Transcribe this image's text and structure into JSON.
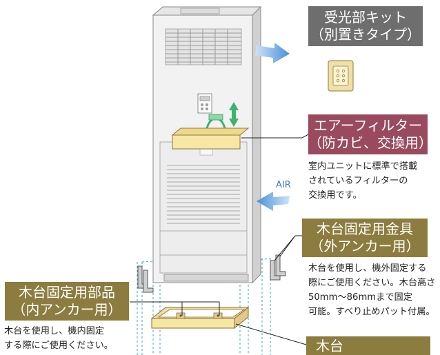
{
  "labels": {
    "receiver_kit": {
      "line1": "受光部キット",
      "line2": "（別置きタイプ）"
    },
    "air_filter": {
      "line1": "エアーフィルター",
      "line2": "（防カビ、交換用）"
    },
    "wood_fixing_metal": {
      "line1": "木台固定用金具",
      "line2": "（外アンカー用）"
    },
    "wood_fixing_parts": {
      "line1": "木台固定用部品",
      "line2": "（内アンカー用）"
    },
    "wood_stand": {
      "line1": "木台"
    }
  },
  "descriptions": {
    "air_filter": [
      "室内ユニットに標準で搭載",
      "されているフィルターの",
      "交換用です。"
    ],
    "wood_fixing_metal": [
      "木台を使用し、機外固定する",
      "際にご使用ください。木台高さ",
      "50mm～86mmまで固定",
      "可能。すべり止めパット付属。"
    ],
    "wood_fixing_parts": [
      "木台を使用し、機内固定",
      "する際にご使用ください。"
    ]
  },
  "airflow_label": "AIR",
  "colors": {
    "receiver_label_bg": "#6e6e6e",
    "filter_label_bg": "#9a4a5f",
    "fixing_label_bg": "#8c7c3f",
    "airflow_arrow": "#4a90d9",
    "filter_body": "#f6e7a4",
    "filter_lift_arrow": "#3cb371"
  }
}
